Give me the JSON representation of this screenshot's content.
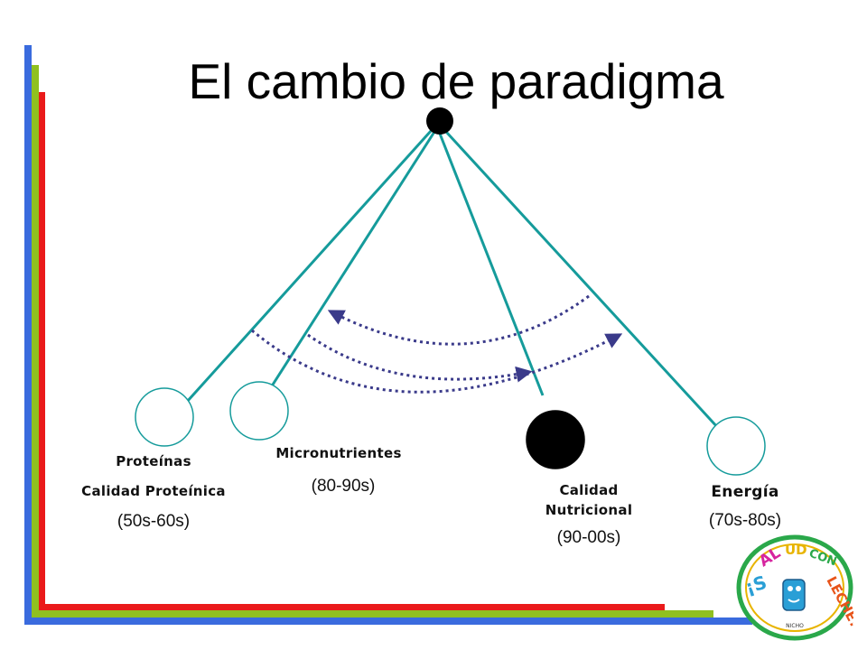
{
  "slide": {
    "title": "El cambio de paradigma",
    "frame_colors": [
      "#3a6bde",
      "#90c020",
      "#ea1a1a"
    ]
  },
  "diagram": {
    "line_color": "#159b9b",
    "arrow_color": "#3a3a8a",
    "nodes": [
      {
        "id": "proteinas",
        "lines": [
          "Proteínas",
          "Calidad Proteínica"
        ],
        "era": "(50s-60s)",
        "filled": false
      },
      {
        "id": "micronutrientes",
        "lines": [
          "Micronutrientes"
        ],
        "era": "(80-90s)",
        "filled": false
      },
      {
        "id": "calidad-nutricional",
        "lines": [
          "Calidad",
          "Nutricional"
        ],
        "era": "(90-00s)",
        "filled": true
      },
      {
        "id": "energia",
        "lines": [
          "Energía"
        ],
        "era": "(70s-80s)",
        "filled": false
      }
    ]
  },
  "logo": {
    "text": "SALUD CON LECHE",
    "sub": "NICHO",
    "colors": [
      "#2a9fd6",
      "#d6249f",
      "#e8b400",
      "#2aa84a",
      "#e8541a"
    ]
  }
}
